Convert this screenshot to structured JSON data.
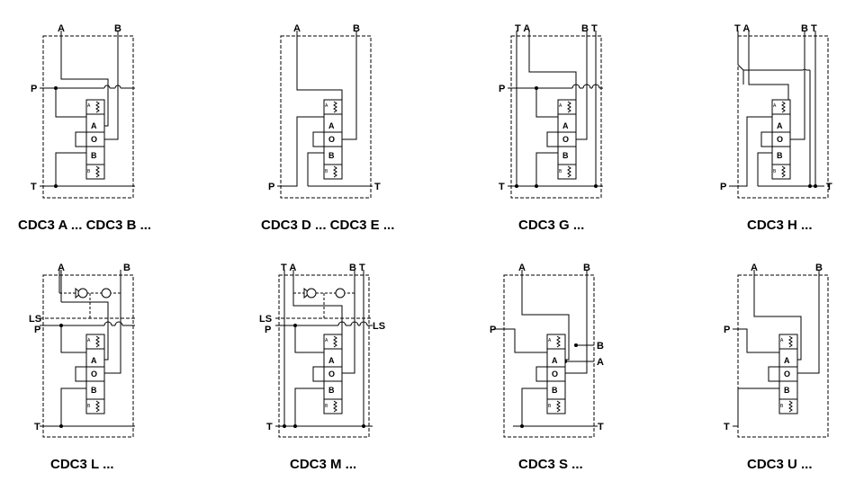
{
  "panels": [
    {
      "id": "cdc3-ab",
      "caption": "CDC3 A ... CDC3 B ...",
      "ports": {
        "top_left": "A",
        "top_right": "B",
        "left_upper": "P",
        "left_lower": "T"
      }
    },
    {
      "id": "cdc3-de",
      "caption": "CDC3 D ... CDC3 E ...",
      "ports": {
        "top_left": "A",
        "top_right": "B",
        "bottom_left": "P",
        "bottom_right": "T"
      }
    },
    {
      "id": "cdc3-g",
      "caption": "CDC3 G ...",
      "ports": {
        "top_left": "T A",
        "top_right": "B T",
        "left_upper": "P",
        "left_lower": "T"
      }
    },
    {
      "id": "cdc3-h",
      "caption": "CDC3 H ...",
      "ports": {
        "top_left": "T A",
        "top_right": "B T",
        "bottom_left": "P",
        "bottom_right": "T"
      }
    },
    {
      "id": "cdc3-l",
      "caption": "CDC3 L ...",
      "ports": {
        "top_left": "A",
        "top_right": "B",
        "left_ls": "LS",
        "left_upper": "P",
        "left_lower": "T"
      }
    },
    {
      "id": "cdc3-m",
      "caption": "CDC3 M ...",
      "ports": {
        "top_left": "T A",
        "top_right": "B T",
        "left_ls": "LS",
        "left_upper": "P",
        "right_ls": "LS",
        "left_lower": "T"
      }
    },
    {
      "id": "cdc3-s",
      "caption": "CDC3 S ...",
      "ports": {
        "top_left": "A",
        "top_right": "B",
        "left_upper": "P",
        "right_b": "B",
        "right_a": "A",
        "right_lower": "T"
      }
    },
    {
      "id": "cdc3-u",
      "caption": "CDC3 U ...",
      "ports": {
        "top_left": "A",
        "top_right": "B",
        "left_upper": "P",
        "left_lower": "T"
      }
    }
  ],
  "spool_labels": {
    "a": "A",
    "o": "O",
    "b": "B",
    "tiny_a": "A",
    "tiny_b": "B"
  }
}
